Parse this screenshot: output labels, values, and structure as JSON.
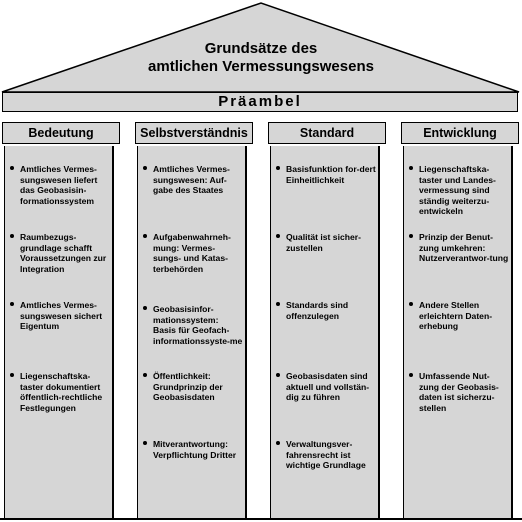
{
  "roof": {
    "title_line1": "Grundsätze des",
    "title_line2": "amtlichen Vermessungswesens"
  },
  "preamble": {
    "label": "Präambel"
  },
  "columns": [
    {
      "heading": "Bedeutung",
      "items": [
        "Amtliches Vermes-sungswesen liefert das Geobasisin-formationssystem",
        "Raumbezugs-grundlage schafft Voraussetzungen zur Integration",
        "Amtliches Vermes-sungswesen sichert Eigentum",
        "Liegenschaftska-taster dokumentiert öffentlich-rechtliche Festlegungen"
      ]
    },
    {
      "heading": "Selbstverständnis",
      "items": [
        "Amtliches Vermes-sungswesen: Auf-gabe des Staates",
        "Aufgabenwahrneh-mung: Vermes-sungs- und Katas-terbehörden",
        "Geobasisinfor-mationssystem: Basis für Geofach-informationssyste-me",
        "Öffentlichkeit: Grundprinzip der Geobasisdaten",
        "Mitverantwortung: Verpflichtung Dritter"
      ]
    },
    {
      "heading": "Standard",
      "items": [
        "Basisfunktion for-dert Einheitlichkeit",
        "Qualität ist sicher-zustellen",
        "Standards sind offenzulegen",
        "Geobasisdaten sind aktuell und vollstän-dig zu führen",
        "Verwaltungsver-fahrensrecht ist wichtige Grundlage"
      ]
    },
    {
      "heading": "Entwicklung",
      "items": [
        "Liegenschaftska-taster und Landes-vermessung sind ständig weiterzu-entwickeln",
        "Prinzip der Benut-zung umkehren: Nutzerverantwor-tung",
        "Andere Stellen erleichtern Daten-erhebung",
        "Umfassende Nut-zung der Geobasis-daten ist sicherzu-stellen"
      ]
    }
  ]
}
